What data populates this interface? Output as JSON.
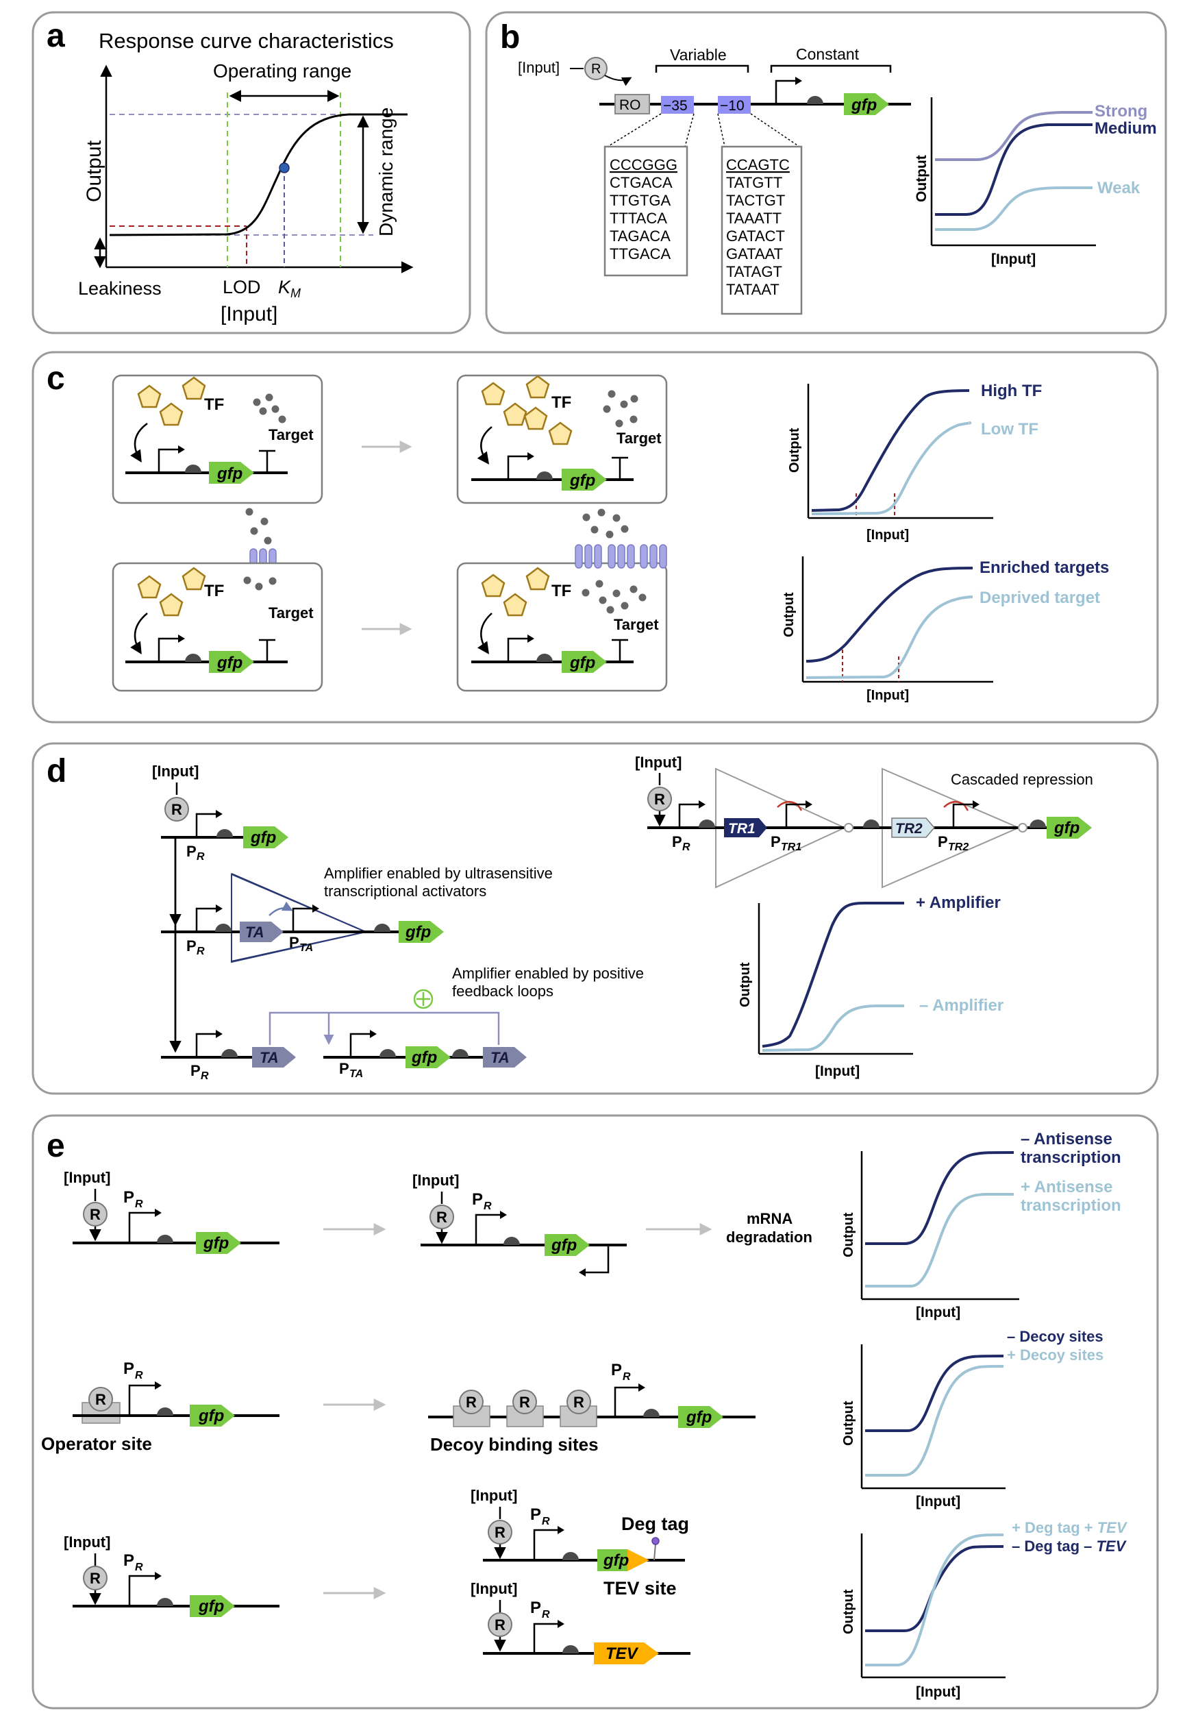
{
  "panels": {
    "a": {
      "letter": "a",
      "title": "Response curve characteristics",
      "operating_range": "Operating range",
      "output": "Output",
      "dynamic_range": "Dynamic range",
      "leakiness": "Leakiness",
      "lod": "LOD",
      "km": "K",
      "km_sub": "M",
      "input": "[Input]"
    },
    "b": {
      "letter": "b",
      "input": "[Input]",
      "r": "R",
      "variable": "Variable",
      "constant": "Constant",
      "ro": "RO",
      "m35": "−35",
      "m10": "−10",
      "gfp": "gfp",
      "seq35": [
        "CCCGGG",
        "CTGACA",
        "TTGTGA",
        "TTTACA",
        "TAGACA",
        "TTGACA"
      ],
      "seq10": [
        "CCAGTC",
        "TATGTT",
        "TACTGT",
        "TAAATT",
        "GATACT",
        "GATAAT",
        "TATAGT",
        "TATAAT"
      ],
      "output": "Output",
      "xlabel": "[Input]",
      "strong": "Strong",
      "medium": "Medium",
      "weak": "Weak"
    },
    "c": {
      "letter": "c",
      "tf": "TF",
      "target": "Target",
      "gfp": "gfp",
      "output": "Output",
      "xlabel": "[Input]",
      "high_tf": "High TF",
      "low_tf": "Low TF",
      "enriched": "Enriched targets",
      "deprived": "Deprived target"
    },
    "d": {
      "letter": "d",
      "input": "[Input]",
      "r": "R",
      "gfp": "gfp",
      "pr": "P",
      "pr_sub": "R",
      "ta": "TA",
      "pta_sub": "TA",
      "amp_ta_1": "Amplifier enabled by ultrasensitive",
      "amp_ta_2": "transcriptional activators",
      "amp_fb_1": "Amplifier enabled by positive",
      "amp_fb_2": "feedback loops",
      "cascade": "Cascaded repression",
      "tr1": "TR1",
      "tr2": "TR2",
      "ptr1_sub": "TR1",
      "ptr2_sub": "TR2",
      "output": "Output",
      "xlabel": "[Input]",
      "plus_amp": "+ Amplifier",
      "minus_amp": "– Amplifier"
    },
    "e": {
      "letter": "e",
      "input": "[Input]",
      "r": "R",
      "gfp": "gfp",
      "pr": "P",
      "pr_sub": "R",
      "mrna_1": "mRNA",
      "mrna_2": "degradation",
      "operator": "Operator site",
      "decoy": "Decoy binding sites",
      "deg_tag": "Deg tag",
      "tev_site": "TEV site",
      "tev": "TEV",
      "output": "Output",
      "xlabel": "[Input]",
      "minus_anti_1": "– Antisense",
      "minus_anti_2": "transcription",
      "plus_anti_1": "+ Antisense",
      "plus_anti_2": "transcription",
      "minus_decoy": "– Decoy sites",
      "plus_decoy": "+ Decoy sites",
      "plus_deg_a": "+ Deg tag + ",
      "plus_deg_b": "TEV",
      "minus_deg_a": "– Deg tag – ",
      "minus_deg_b": "TEV"
    }
  },
  "colors": {
    "dark_curve": "#1f2a66",
    "light_curve": "#9dc3d4",
    "medium_curve": "#8f8fbf",
    "gfp_green": "#7ac943",
    "tev_orange": "#ffb000",
    "promoter_box": "#8f8ff5",
    "regulator_gray": "#c8c8c8",
    "tf_gold": "#b8860b",
    "transporter_purple": "#a7a7e6"
  }
}
